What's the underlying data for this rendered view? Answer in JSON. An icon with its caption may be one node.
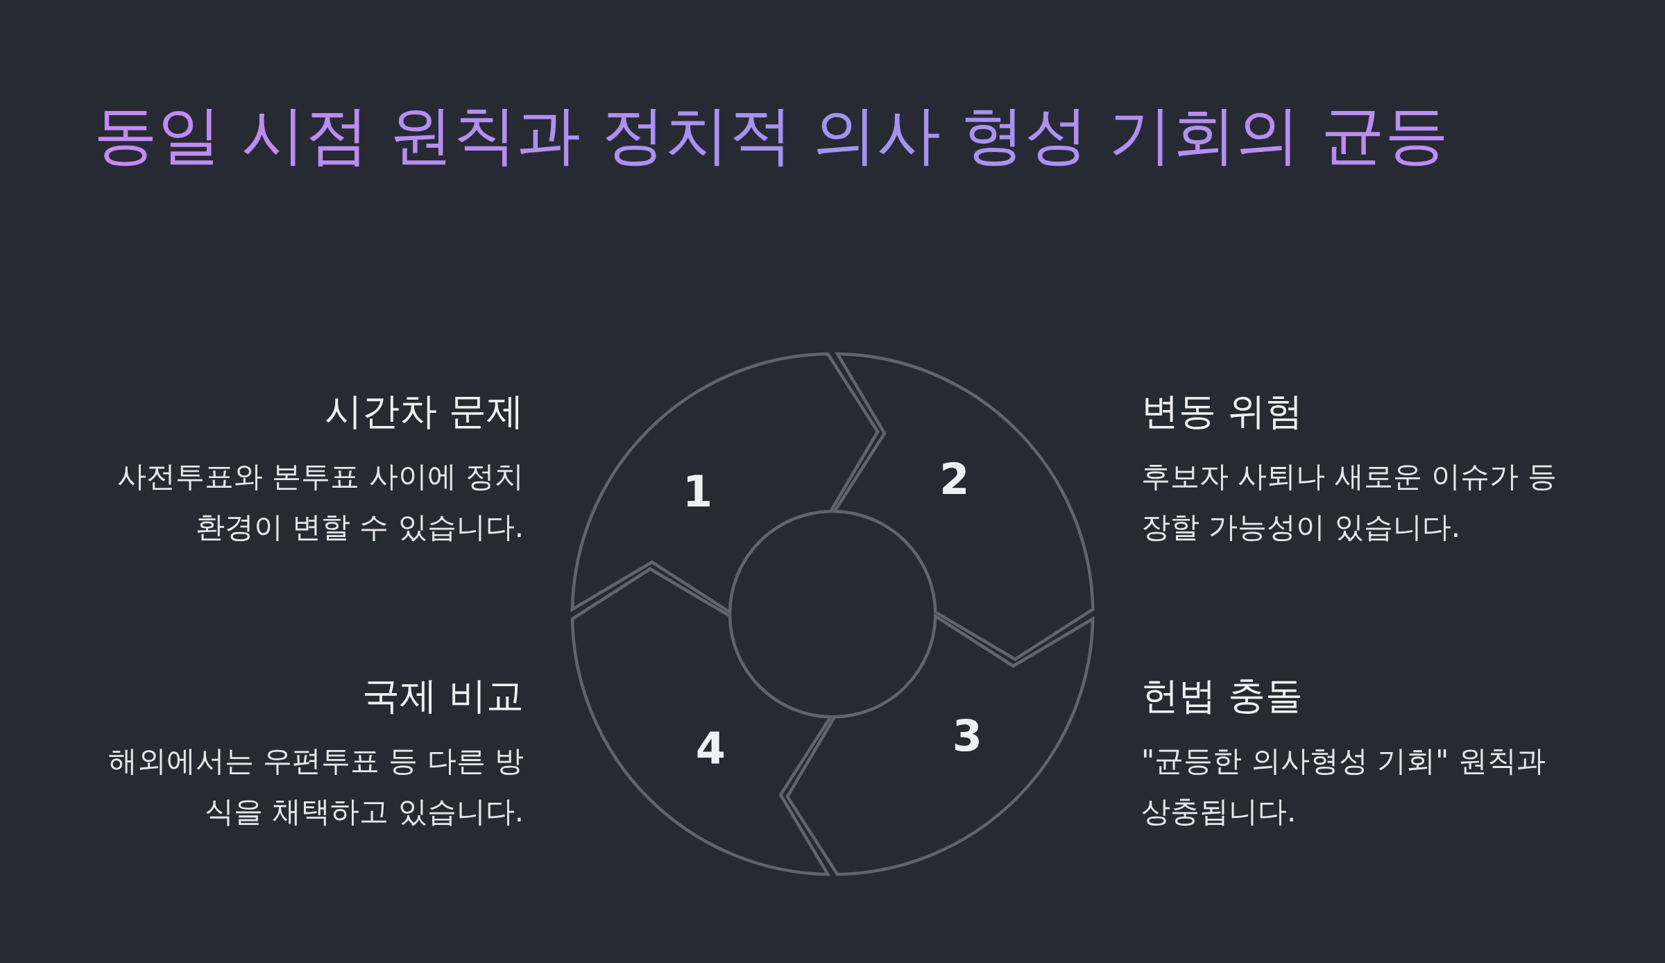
{
  "diagram": {
    "title": "동일 시점 원칙과 정치적 의사 형성 기회의 균등",
    "nodes": [
      {
        "text": [
          "1"
        ],
        "beside": [
          "시간차 문제",
          "사전투표와 본투표 사이에 정치 환경이 변할 수 있습니다."
        ]
      },
      {
        "text": [
          "2"
        ],
        "beside": [
          "변동 위험",
          "후보자 사퇴나 새로운 이슈가 등장할 가능성이 있습니다."
        ]
      },
      {
        "text": [
          "3"
        ],
        "beside": [
          "헌법 충돌",
          "\"균등한 의사형성 기회\" 원칙과 상충됩니다."
        ]
      },
      {
        "text": [
          "4"
        ],
        "beside": [
          "국제 비교",
          "해외에서는 우편투표 등 다른 방식을 채택하고 있습니다."
        ]
      }
    ]
  }
}
